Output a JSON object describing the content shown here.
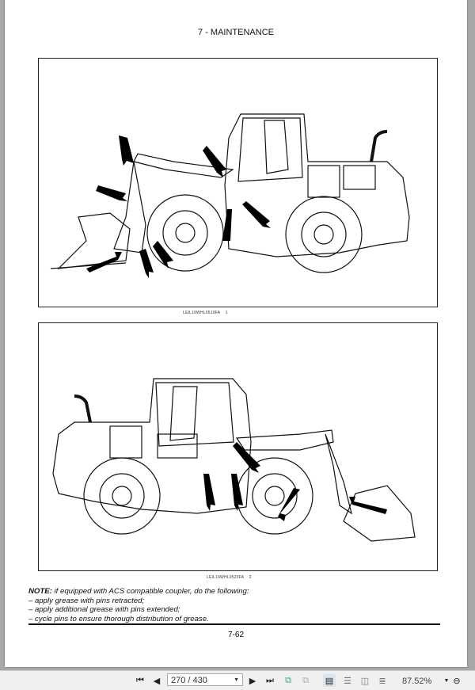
{
  "document": {
    "header": "7 - MAINTENANCE",
    "figures": [
      {
        "code": "LEIL16WHL0519FA",
        "number": "1"
      },
      {
        "code": "LEIL16WHL0520FA",
        "number": "2"
      }
    ],
    "note": {
      "label": "NOTE:",
      "text": " if equipped with ACS compatible coupler, do the following:",
      "items": [
        "– apply grease with pins retracted;",
        "– apply additional grease with pins extended;",
        "– cycle pins to ensure thorough distribution of grease."
      ]
    },
    "page_number": "7-62"
  },
  "toolbar": {
    "page_field": "270 / 430",
    "zoom": "87.52%",
    "icons": [
      "first-page-icon",
      "previous-page-icon",
      "next-page-icon",
      "last-page-icon",
      "rotate-icon",
      "extract-icon",
      "single-page-icon",
      "continuous-icon",
      "facing-icon",
      "continuous-facing-icon",
      "zoom-dropdown-icon",
      "zoom-out-icon"
    ]
  }
}
